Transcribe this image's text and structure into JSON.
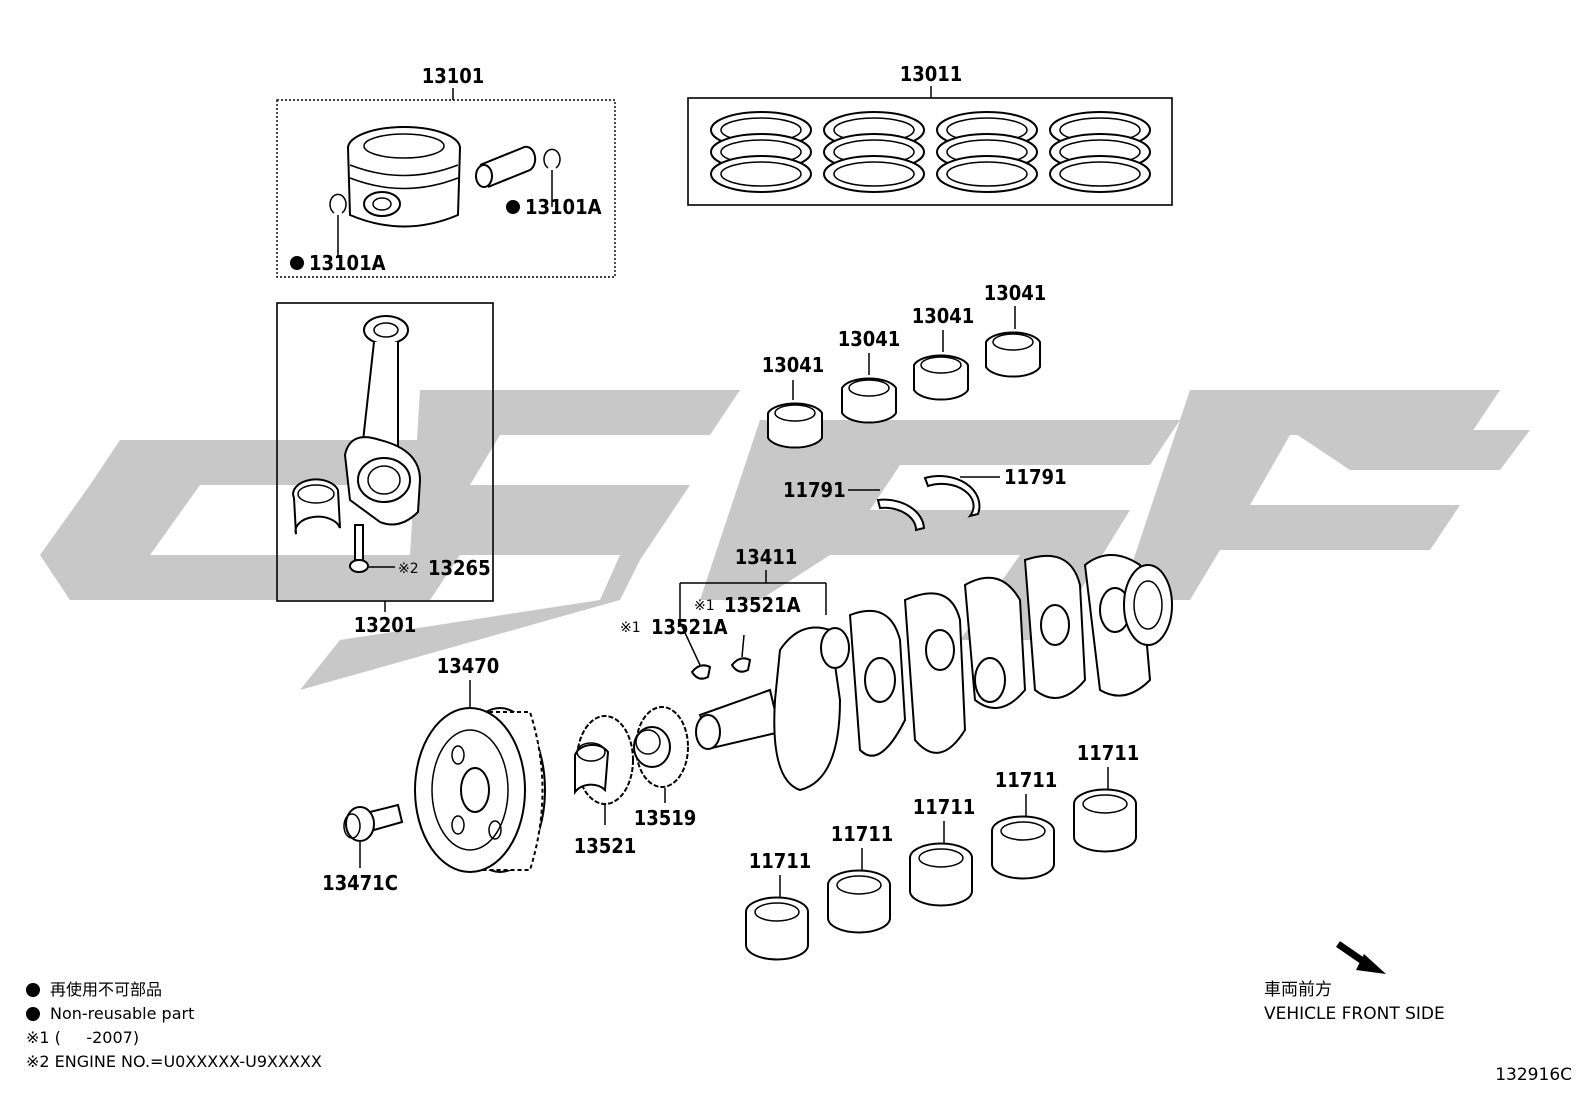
{
  "labels": {
    "piston_set": "13101",
    "ring_set": "13011",
    "snap_ring_right": "13101A",
    "snap_ring_left": "13101A",
    "conrod_assy": "13201",
    "conrod_bolt": "13265",
    "conrod_bolt_mark": "※2",
    "conrod_bearing_1": "13041",
    "conrod_bearing_2": "13041",
    "conrod_bearing_3": "13041",
    "conrod_bearing_4": "13041",
    "thrust_washer_left": "11791",
    "thrust_washer_right": "11791",
    "crankshaft": "13411",
    "key_upper": "13521A",
    "key_upper_mark": "※1",
    "key_lower": "13521A",
    "key_lower_mark": "※1",
    "pulley": "13470",
    "pulley_bolt": "13471C",
    "crank_gear": "13521",
    "crank_sprocket": "13519",
    "main_bearing_1": "11711",
    "main_bearing_2": "11711",
    "main_bearing_3": "11711",
    "main_bearing_4": "11711",
    "main_bearing_5": "11711"
  },
  "legend": {
    "nonreusable_jp": "再使用不可部品",
    "nonreusable_en": "Non-reusable part",
    "note1": "※1 (     -2007)",
    "note2": "※2 ENGINE NO.=U0XXXXX-U9XXXXX"
  },
  "front": {
    "jp": "車両前方",
    "en": "VEHICLE FRONT SIDE"
  },
  "illustration_id": "132916C",
  "colors": {
    "line": "#000000",
    "watermark": "#c8c8c8"
  }
}
